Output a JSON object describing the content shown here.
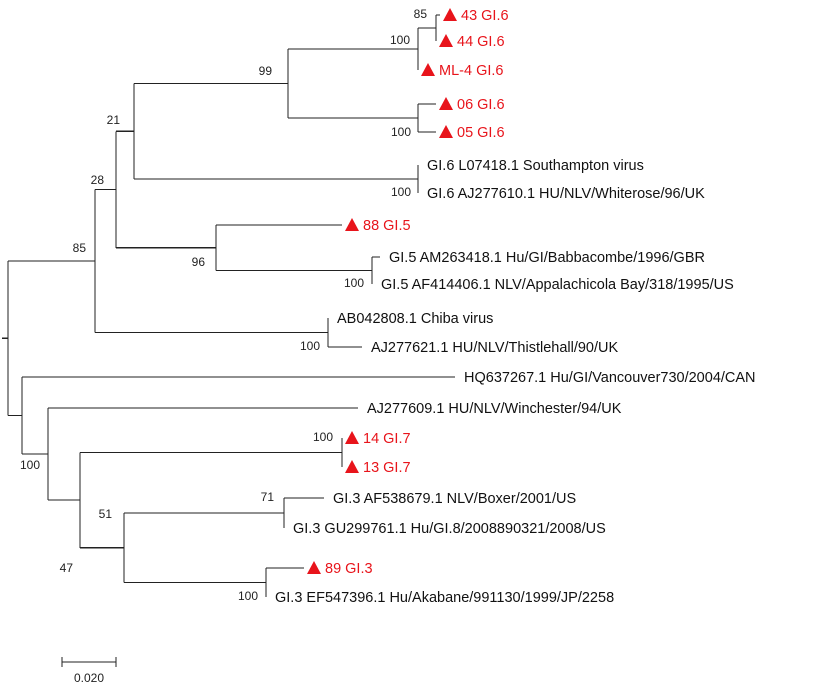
{
  "accent_color": "#e8141b",
  "leaves": [
    {
      "label": "43 GI.6",
      "highlight": true
    },
    {
      "label": "44 GI.6",
      "highlight": true
    },
    {
      "label": "ML-4 GI.6",
      "highlight": true
    },
    {
      "label": "06 GI.6",
      "highlight": true
    },
    {
      "label": "05 GI.6",
      "highlight": true
    },
    {
      "label": "GI.6 L07418.1 Southampton virus",
      "highlight": false
    },
    {
      "label": "GI.6  AJ277610.1 HU/NLV/Whiterose/96/UK",
      "highlight": false
    },
    {
      "label": "88 GI.5",
      "highlight": true
    },
    {
      "label": "GI.5 AM263418.1 Hu/GI/Babbacombe/1996/GBR",
      "highlight": false
    },
    {
      "label": "GI.5 AF414406.1 NLV/Appalachicola Bay/318/1995/US",
      "highlight": false
    },
    {
      "label": "AB042808.1 Chiba virus",
      "highlight": false
    },
    {
      "label": "AJ277621.1 HU/NLV/Thistlehall/90/UK",
      "highlight": false
    },
    {
      "label": "HQ637267.1 Hu/GI/Vancouver730/2004/CAN",
      "highlight": false
    },
    {
      "label": "AJ277609.1 HU/NLV/Winchester/94/UK",
      "highlight": false
    },
    {
      "label": "14 GI.7",
      "highlight": true
    },
    {
      "label": "13 GI.7",
      "highlight": true
    },
    {
      "label": "GI.3 AF538679.1 NLV/Boxer/2001/US",
      "highlight": false
    },
    {
      "label": "GI.3 GU299761.1 Hu/GI.8/2008890321/2008/US",
      "highlight": false
    },
    {
      "label": "89 GI.3",
      "highlight": true
    },
    {
      "label": "GI.3 EF547396.1 Hu/Akabane/991130/1999/JP/2258",
      "highlight": false
    }
  ],
  "bootstrap_values": [
    "85",
    "100",
    "99",
    "100",
    "21",
    "100",
    "28",
    "96",
    "100",
    "85",
    "100",
    "100",
    "100",
    "71",
    "51",
    "47",
    "100"
  ],
  "scale_bar": {
    "label": "0.020"
  }
}
